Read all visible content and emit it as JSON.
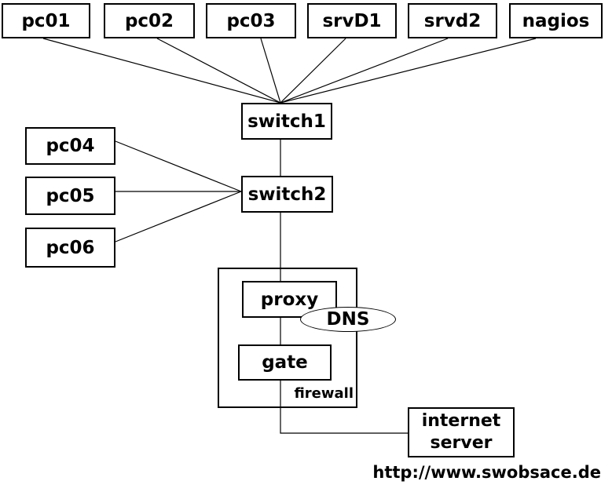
{
  "colors": {
    "background": "#ffffff",
    "line": "#000000",
    "text": "#000000"
  },
  "diagram": {
    "nodes": {
      "pc01": {
        "label": "pc01",
        "shape": "rect"
      },
      "pc02": {
        "label": "pc02",
        "shape": "rect"
      },
      "pc03": {
        "label": "pc03",
        "shape": "rect"
      },
      "srvD1": {
        "label": "srvD1",
        "shape": "rect"
      },
      "srvd2": {
        "label": "srvd2",
        "shape": "rect"
      },
      "nagios": {
        "label": "nagios",
        "shape": "rect"
      },
      "switch1": {
        "label": "switch1",
        "shape": "rect"
      },
      "pc04": {
        "label": "pc04",
        "shape": "rect"
      },
      "pc05": {
        "label": "pc05",
        "shape": "rect"
      },
      "pc06": {
        "label": "pc06",
        "shape": "rect"
      },
      "switch2": {
        "label": "switch2",
        "shape": "rect"
      },
      "firewall": {
        "label": "firewall",
        "shape": "zone-rect"
      },
      "proxy": {
        "label": "proxy",
        "shape": "rect"
      },
      "dns": {
        "label": "DNS",
        "shape": "ellipse"
      },
      "gate": {
        "label": "gate",
        "shape": "rect"
      },
      "internet_server": {
        "label_line1": "internet",
        "label_line2": "server",
        "shape": "rect"
      }
    },
    "edges": [
      {
        "from": "pc01",
        "to": "switch1"
      },
      {
        "from": "pc02",
        "to": "switch1"
      },
      {
        "from": "pc03",
        "to": "switch1"
      },
      {
        "from": "srvD1",
        "to": "switch1"
      },
      {
        "from": "srvd2",
        "to": "switch1"
      },
      {
        "from": "nagios",
        "to": "switch1"
      },
      {
        "from": "switch1",
        "to": "switch2"
      },
      {
        "from": "pc04",
        "to": "switch2"
      },
      {
        "from": "pc05",
        "to": "switch2"
      },
      {
        "from": "pc06",
        "to": "switch2"
      },
      {
        "from": "switch2",
        "to": "proxy"
      },
      {
        "from": "proxy",
        "to": "gate"
      },
      {
        "from": "gate",
        "to": "internet_server"
      }
    ],
    "containment": {
      "firewall_contains": [
        "proxy",
        "gate"
      ]
    }
  },
  "footer": {
    "url": "http://www.swobsace.de"
  }
}
